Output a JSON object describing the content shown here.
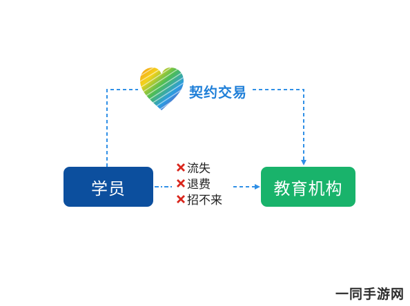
{
  "diagram": {
    "top_label": "契约交易",
    "student_label": "学员",
    "institution_label": "教育机构",
    "problems": [
      "流失",
      "退费",
      "招不来"
    ]
  },
  "watermark": {
    "text": "一同手游网"
  },
  "icons": {
    "top": "rainbow-heart-icon",
    "problem_marker": "red-x-icon"
  },
  "colors": {
    "student_box": "#0c4f9e",
    "institution_box": "#19b36b",
    "connector": "#2f8fe6",
    "top_label": "#1f7fd8",
    "x_mark": "#d9261c"
  }
}
